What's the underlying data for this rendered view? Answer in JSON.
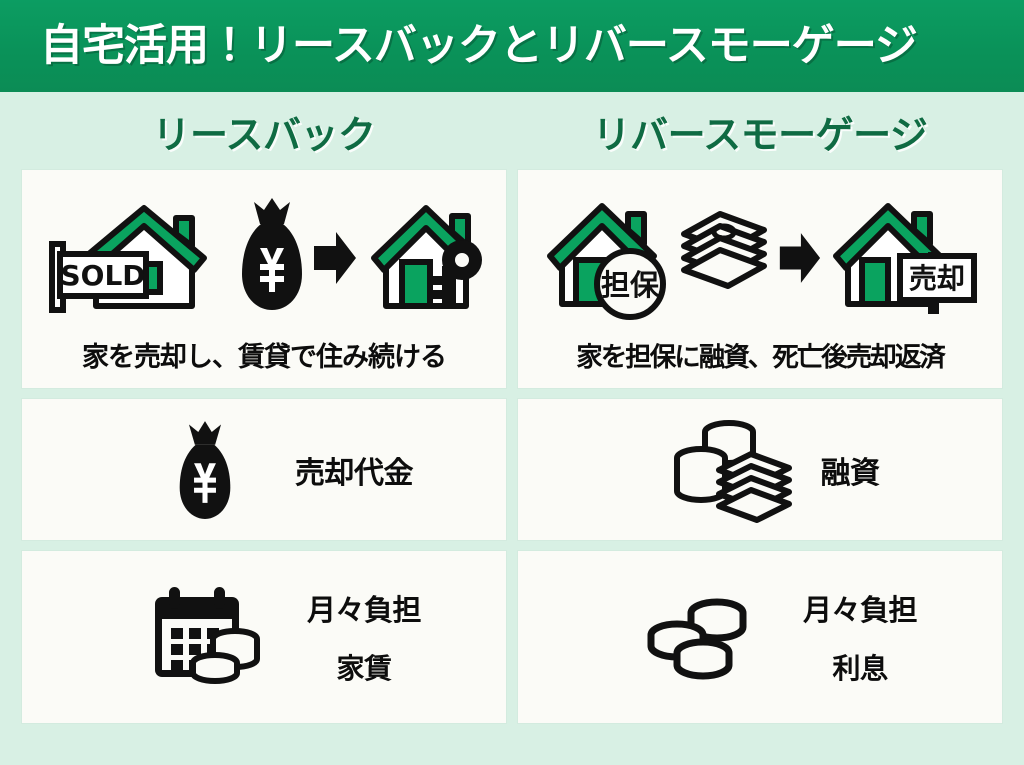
{
  "banner": {
    "title": "自宅活用！リースバックとリバースモーゲージ",
    "background_color": "#0a9259",
    "text_color": "#ffffff"
  },
  "theme": {
    "page_background": "#d8f0e4",
    "card_background": "#fbfbf7",
    "accent_green": "#0aa35f",
    "title_green": "#0f6b43",
    "ink": "#0d0d0d"
  },
  "columns": [
    {
      "id": "leaseback",
      "title": "リースバック",
      "cards": [
        {
          "type": "flow",
          "icons": [
            {
              "name": "house-sold-sign-icon",
              "label": "SOLD"
            },
            {
              "name": "money-bag-yen-icon",
              "label": "¥"
            },
            {
              "name": "arrow-right-icon",
              "label": ""
            },
            {
              "name": "house-key-icon",
              "label": ""
            }
          ],
          "caption": "家を売却し、賃貸で住み続ける"
        },
        {
          "type": "amount",
          "icon": "money-bag-yen-icon",
          "label": "売却代金"
        },
        {
          "type": "burden",
          "icon": "calendar-coins-icon",
          "heading": "月々負担",
          "value": "家賃"
        }
      ]
    },
    {
      "id": "reverse-mortgage",
      "title": "リバースモーゲージ",
      "cards": [
        {
          "type": "flow",
          "icons": [
            {
              "name": "house-collateral-icon",
              "label": "担保"
            },
            {
              "name": "cash-stack-icon",
              "label": ""
            },
            {
              "name": "arrow-right-icon",
              "label": ""
            },
            {
              "name": "house-for-sale-sign-icon",
              "label": "売却"
            }
          ],
          "caption": "家を担保に融資、死亡後売却返済"
        },
        {
          "type": "amount",
          "icon": "coins-cash-icon",
          "label": "融資"
        },
        {
          "type": "burden",
          "icon": "coins-scattered-icon",
          "heading": "月々負担",
          "value": "利息"
        }
      ]
    }
  ]
}
